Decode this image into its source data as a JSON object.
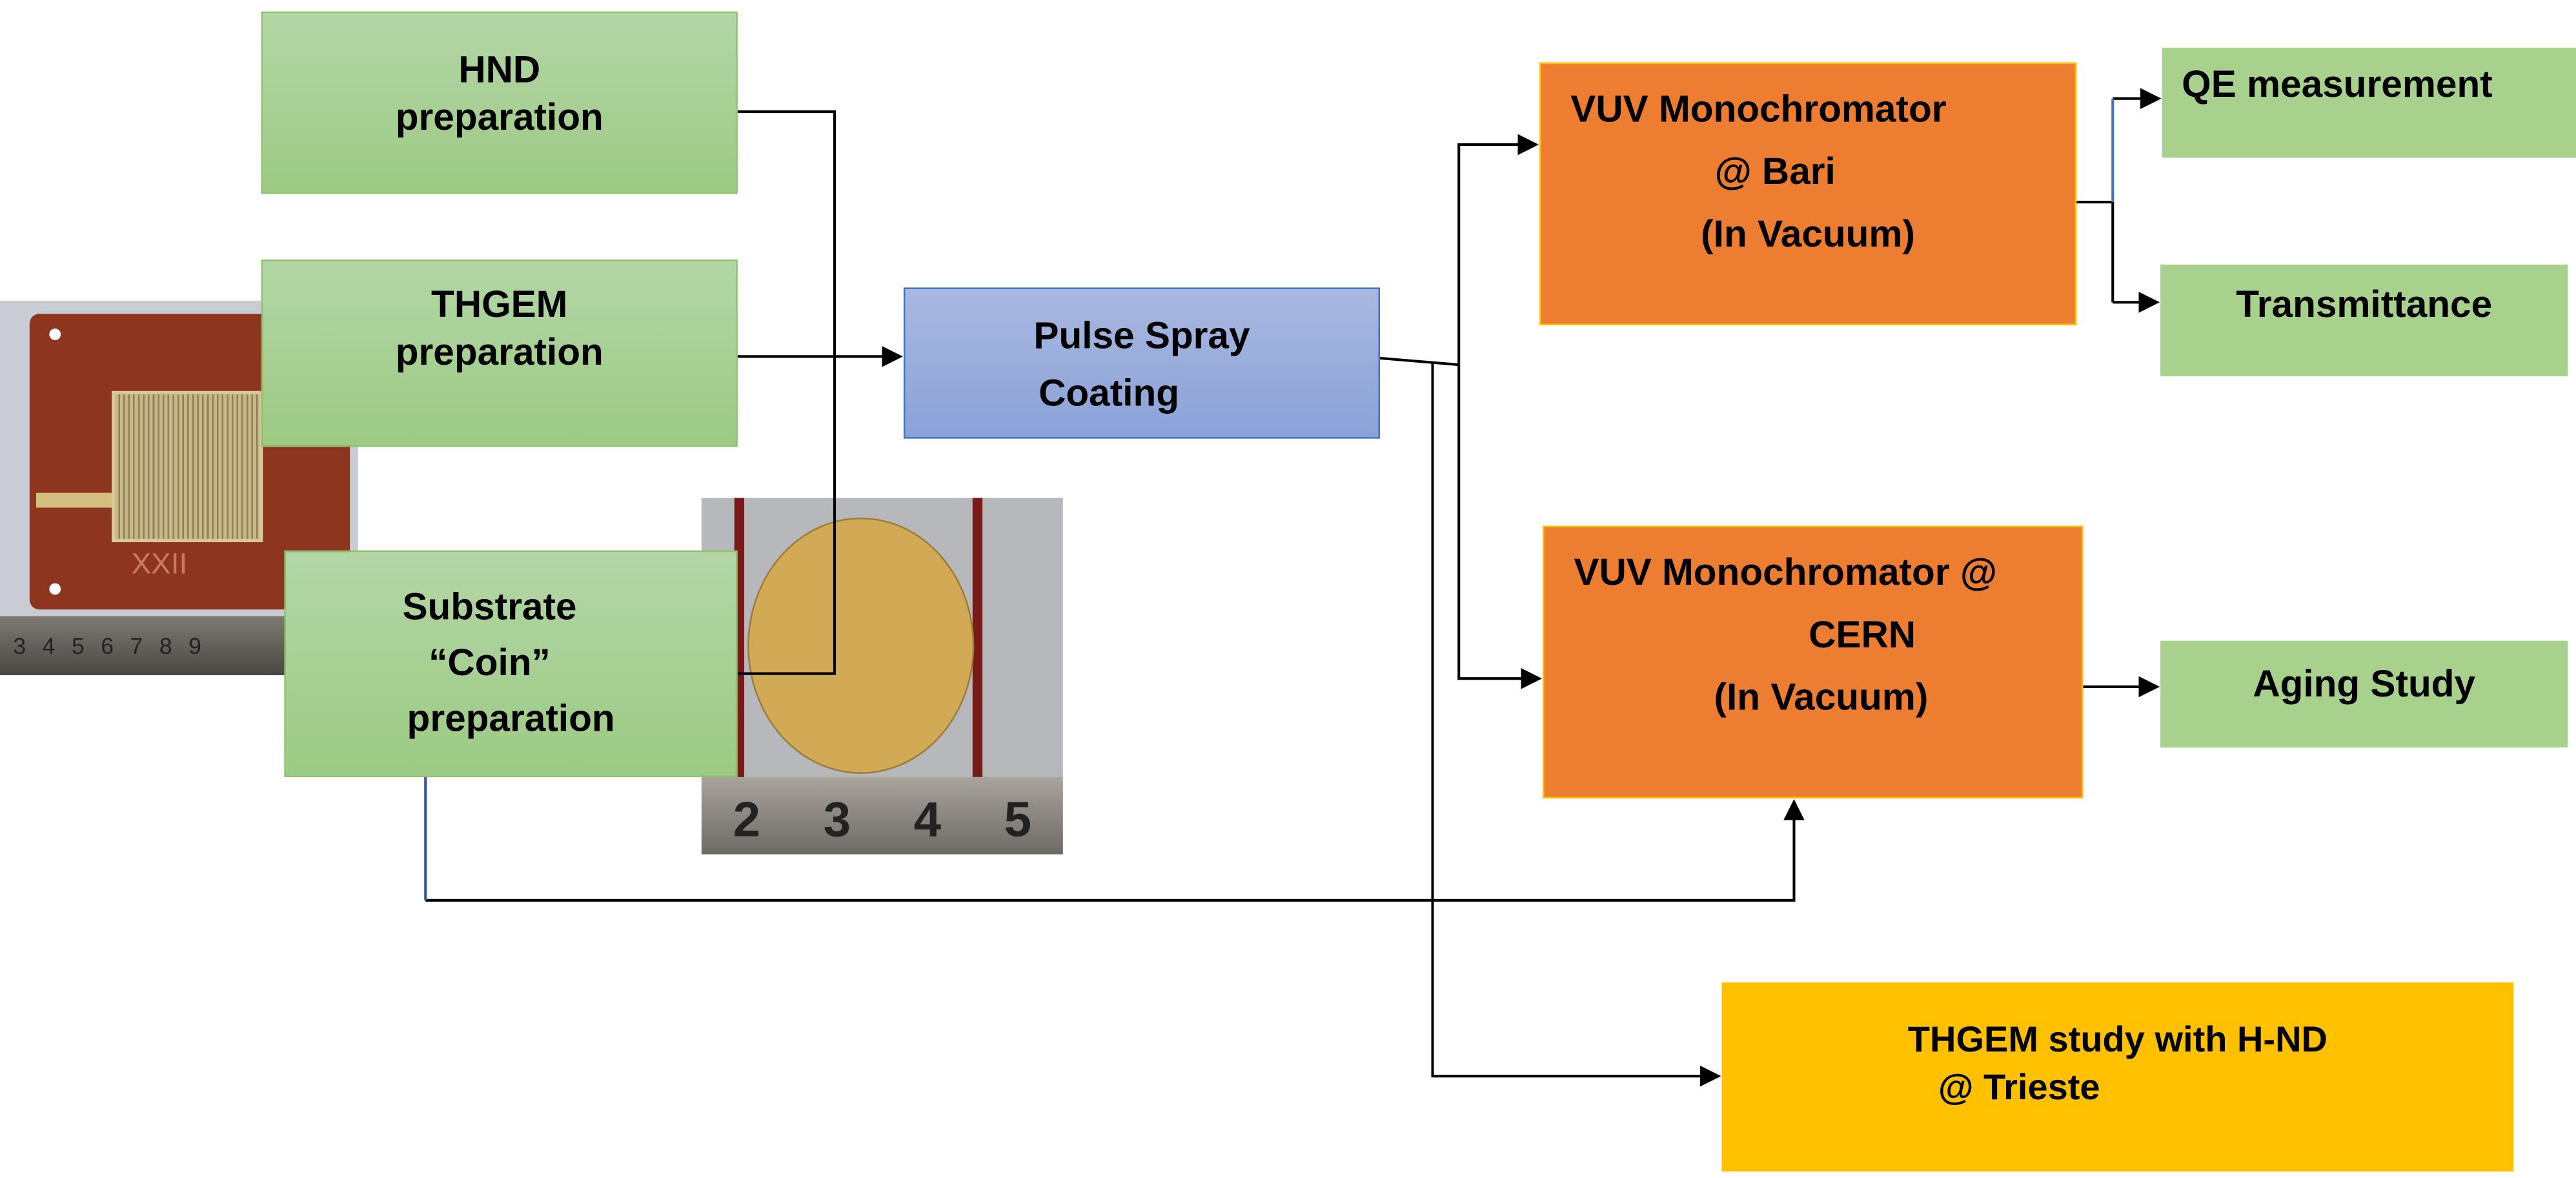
{
  "boxes": {
    "hnd": [
      "HND",
      "preparation"
    ],
    "thgem": [
      "THGEM",
      "preparation"
    ],
    "substrate": [
      "Substrate",
      "“Coin”",
      "preparation"
    ],
    "pulse_spray": [
      "Pulse Spray",
      "Coating"
    ],
    "vuv_bari": [
      "VUV Monochromator",
      "@ Bari",
      "(In Vacuum)"
    ],
    "vuv_cern": [
      "VUV Monochromator @",
      "CERN",
      "(In Vacuum)"
    ],
    "qe": [
      "QE measurement"
    ],
    "transmittance": [
      "Transmittance"
    ],
    "aging": [
      "Aging Study"
    ],
    "thgem_study": [
      "THGEM study with H-ND",
      "@ Trieste"
    ]
  },
  "photos": {
    "thgem_board": {
      "marking": "XXII",
      "ruler": [
        "3",
        "4",
        "5",
        "6",
        "7",
        "8",
        "9"
      ]
    },
    "coin": {
      "ruler": [
        "2",
        "3",
        "4",
        "5"
      ]
    }
  },
  "colors": {
    "green": "#a9d18e",
    "orange": "#ed7d31",
    "blue": "#8faadc",
    "yellow": "#ffc000"
  }
}
